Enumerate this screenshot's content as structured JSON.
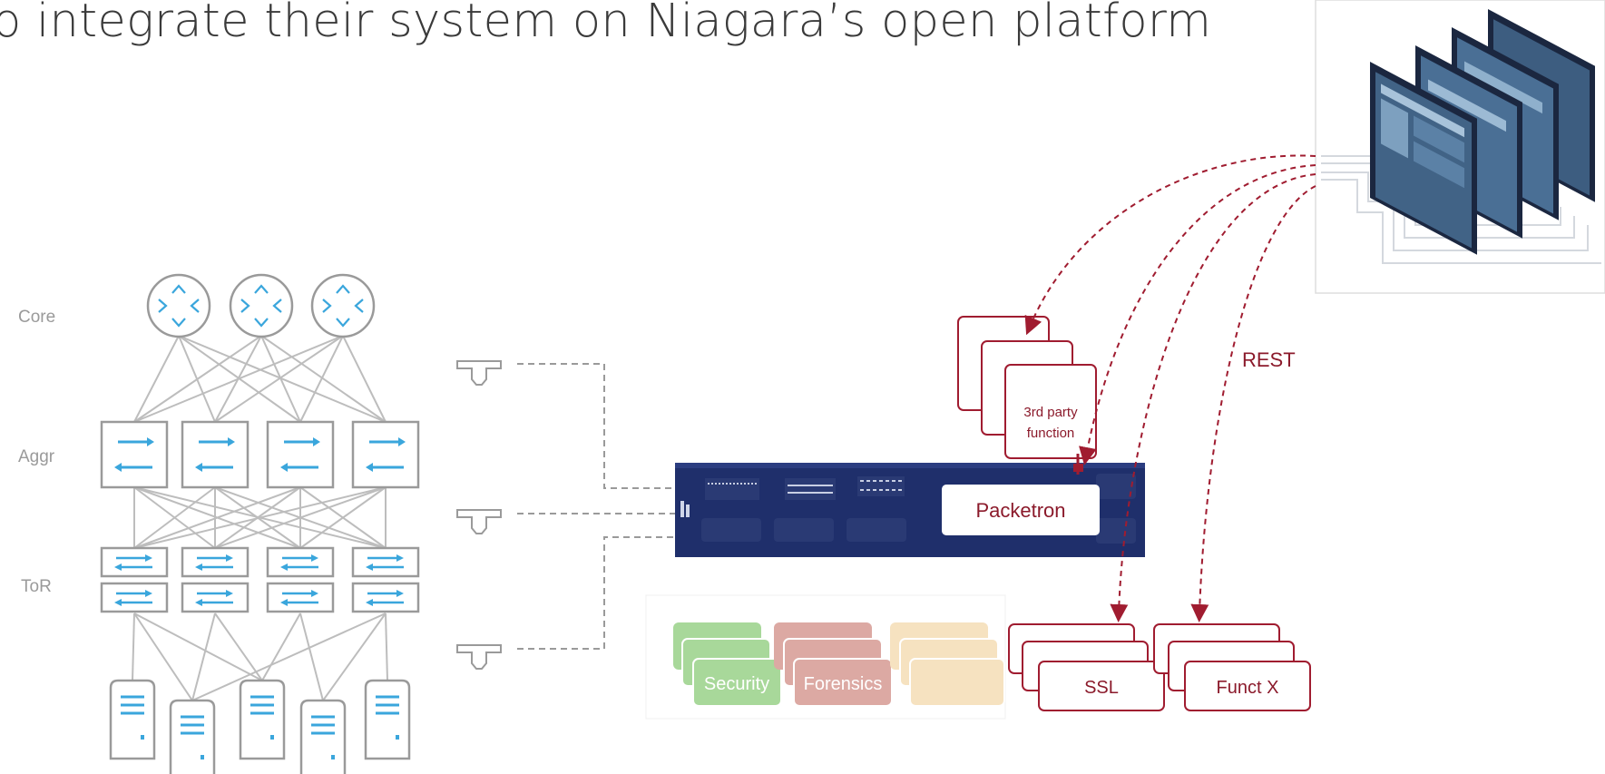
{
  "title": "o integrate their system on Niagara’s open platform",
  "tiers": {
    "core": "Core",
    "aggr": "Aggr",
    "tor": "ToR"
  },
  "device": {
    "label": "Packetron"
  },
  "third_party": {
    "line1": "3rd party",
    "line2": "function"
  },
  "rest_label": "REST",
  "tool_groups": [
    {
      "label": "Security",
      "color": "#a8d89a"
    },
    {
      "label": "Forensics",
      "color": "#dca9a3"
    },
    {
      "label": "",
      "color": "#f6e2c0"
    }
  ],
  "functions": [
    {
      "label": "SSL"
    },
    {
      "label": "Funct X"
    }
  ],
  "colors": {
    "accent": "#8b1a2b",
    "device_body": "#1f2f6b",
    "network_blue": "#3aa6dc",
    "network_gray": "#9a9a9a"
  },
  "icons": [
    "router-icon",
    "aggregation-switch-icon",
    "tor-switch-icon",
    "server-icon",
    "network-tap-icon",
    "management-console-icon"
  ]
}
